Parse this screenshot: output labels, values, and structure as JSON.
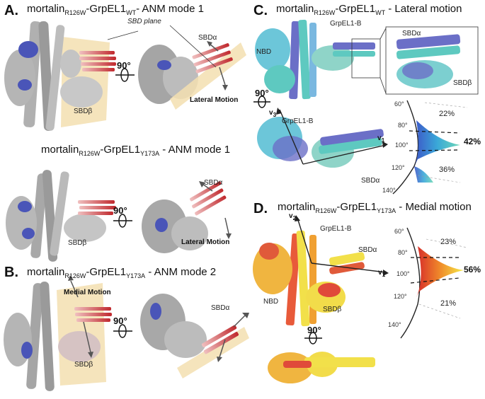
{
  "panels": {
    "A": {
      "letter": "A.",
      "title1": {
        "main": "mortalin",
        "sub1": "R126W",
        "mid": "-GrpEL1",
        "sub2": "WT",
        "rest": "- ANM mode 1"
      },
      "title2": {
        "main": "mortalin",
        "sub1": "R126W",
        "mid": "-GrpEL1",
        "sub2": "Y173A",
        "rest": " - ANM mode 1"
      },
      "sbd_plane": "SBD plane",
      "sbd_alpha": "SBDα",
      "sbd_beta": "SBDβ",
      "rotation": "90°",
      "lateral_motion": "Lateral Motion"
    },
    "B": {
      "letter": "B.",
      "title": {
        "main": "mortalin",
        "sub1": "R126W",
        "mid": "-GrpEL1",
        "sub2": "Y173A",
        "rest": " - ANM mode 2"
      },
      "medial_motion": "Medial Motion",
      "sbd_alpha": "SBDα",
      "sbd_beta": "SBDβ",
      "rotation": "90°"
    },
    "C": {
      "letter": "C.",
      "title": {
        "main": "mortalin",
        "sub1": "R126W",
        "mid": "-GrpEL1",
        "sub2": "WT",
        "rest": " - Lateral motion"
      },
      "nbd": "NBD",
      "grpel1b": "GrpEL1-B",
      "sbd_alpha": "SBDα",
      "sbd_beta": "SBDβ",
      "rotation": "90°",
      "v3": "v",
      "v3_sub": "3",
      "v1": "v",
      "v1_sub": "1",
      "angles": [
        "60°",
        "80°",
        "100°",
        "120°",
        "140°"
      ],
      "percentages": [
        "22%",
        "42%",
        "36%"
      ]
    },
    "D": {
      "letter": "D.",
      "title": {
        "main": "mortalin",
        "sub1": "R126W",
        "mid": "-GrpEL1",
        "sub2": "Y173A",
        "rest": " - Medial motion"
      },
      "nbd": "NBD",
      "grpel1b": "GrpEL1-B",
      "sbd_alpha": "SBDα",
      "sbd_beta": "SBDβ",
      "rotation": "90°",
      "v2": "v",
      "v2_sub": "2",
      "v1": "v",
      "v1_sub": "1",
      "angles": [
        "60°",
        "80°",
        "100°",
        "120°",
        "140°"
      ],
      "percentages": [
        "23%",
        "56%",
        "21%"
      ]
    }
  },
  "colors": {
    "grey_protein": "#a9a9a9",
    "blue_highlight": "#4a55b8",
    "red_motion": "#c0282d",
    "plane_fill": "#f3dfb0",
    "teal": "#5ec9c0",
    "slate_blue": "#6b6fc7",
    "yellow": "#f2e04a",
    "red_orange": "#e0553a"
  }
}
